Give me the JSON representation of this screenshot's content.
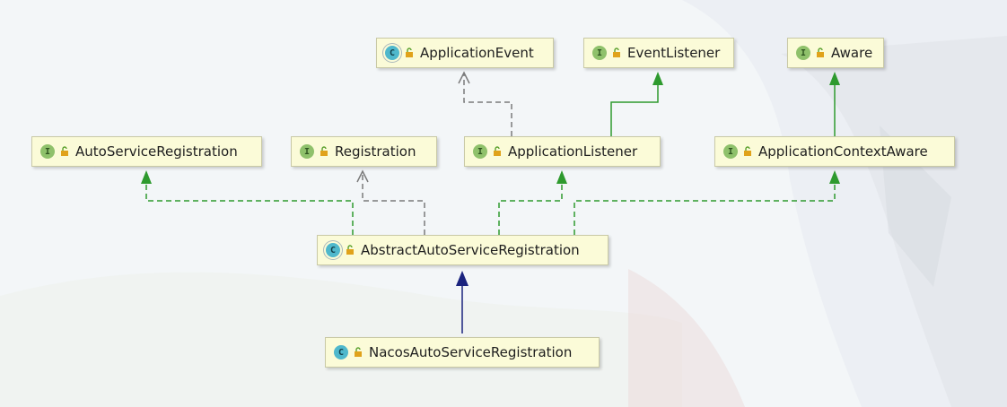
{
  "nodes": {
    "application_event": {
      "kind": "C",
      "label": "ApplicationEvent"
    },
    "event_listener": {
      "kind": "I",
      "label": "EventListener"
    },
    "aware": {
      "kind": "I",
      "label": "Aware"
    },
    "auto_service_registration": {
      "kind": "I",
      "label": "AutoServiceRegistration"
    },
    "registration": {
      "kind": "I",
      "label": "Registration"
    },
    "application_listener": {
      "kind": "I",
      "label": "ApplicationListener"
    },
    "application_context_aware": {
      "kind": "I",
      "label": "ApplicationContextAware"
    },
    "abstract_auto_service_registration": {
      "kind": "C",
      "label": "AbstractAutoServiceRegistration"
    },
    "nacos_auto_service_registration": {
      "kind": "C",
      "label": "NacosAutoServiceRegistration"
    }
  },
  "colors": {
    "node_fill": "#fbfbd8",
    "implements": "#2e9a2e",
    "extends": "#1a237e",
    "dependency": "#7a7a7a"
  }
}
